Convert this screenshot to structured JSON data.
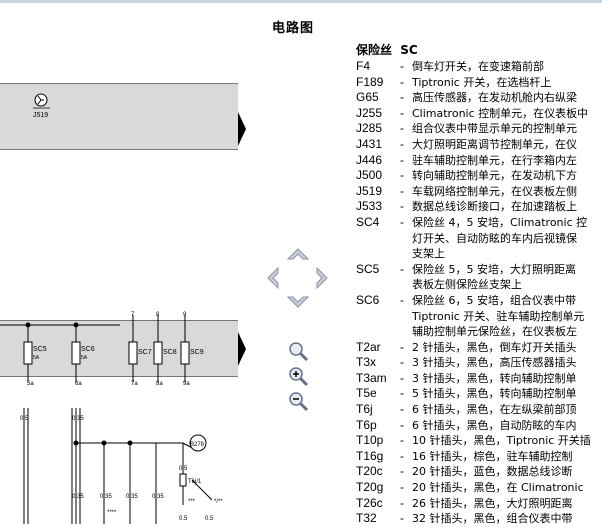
{
  "page": {
    "title": "电路图"
  },
  "diagram": {
    "relay_label": "J519",
    "fuse_labels": [
      "SC5",
      "SC6",
      "SC7",
      "SC8",
      "SC9"
    ],
    "fuse_amps": [
      "5A",
      "5A"
    ],
    "terminals_top": [
      "7",
      "8",
      "9"
    ],
    "terminals_bottom": [
      "5a",
      "6a",
      "7a",
      "8a",
      "9a"
    ],
    "wire_sizes": [
      "0.5",
      "0.35",
      "0.5",
      "0.35",
      "0.35",
      "0.35",
      "0.35",
      "0.5",
      "0.5"
    ],
    "component_label": "B278",
    "connector_label": "T6j/1",
    "marks": [
      "****",
      "***",
      "*/**"
    ]
  },
  "navigation": {
    "icons": [
      "arrow-up-icon",
      "arrow-left-icon",
      "arrow-right-icon",
      "arrow-down-icon",
      "zoom-fit-icon",
      "zoom-in-icon",
      "zoom-out-icon"
    ]
  },
  "legend": {
    "head_code": "保险丝",
    "head_desc": "SC",
    "entries": [
      {
        "code": "F4",
        "lines": [
          "倒车灯开关，在变速箱前部"
        ]
      },
      {
        "code": "F189",
        "lines": [
          "Tiptronic 开关，在选档杆上"
        ]
      },
      {
        "code": "G65",
        "lines": [
          "高压传感器，在发动机舱内右纵梁"
        ]
      },
      {
        "code": "J255",
        "lines": [
          "Climatronic 控制单元，在仪表板中"
        ]
      },
      {
        "code": "J285",
        "lines": [
          "组合仪表中带显示单元的控制单元"
        ]
      },
      {
        "code": "J431",
        "lines": [
          "大灯照明距离调节控制单元，在仪"
        ]
      },
      {
        "code": "J446",
        "lines": [
          "驻车辅助控制单元，在行李箱内左"
        ]
      },
      {
        "code": "J500",
        "lines": [
          "转向辅助控制单元，在发动机下方"
        ]
      },
      {
        "code": "J519",
        "lines": [
          "车载网络控制单元，在仪表板左侧"
        ]
      },
      {
        "code": "J533",
        "lines": [
          "数据总线诊断接口，在加速踏板上"
        ]
      },
      {
        "code": "SC4",
        "lines": [
          "保险丝 4，5 安培，Climatronic 控",
          "灯开关、自动防眩的车内后视镜保",
          "支架上"
        ]
      },
      {
        "code": "SC5",
        "lines": [
          "保险丝 5，5 安培，大灯照明距离",
          "表板左侧保险丝支架上"
        ]
      },
      {
        "code": "SC6",
        "lines": [
          "保险丝 6，5 安培，组合仪表中带",
          "Tiptronic 开关、驻车辅助控制单元",
          "辅助控制单元保险丝，在仪表板左"
        ]
      },
      {
        "code": "T2ar",
        "lines": [
          "2 针插头，黑色，倒车灯开关插头"
        ]
      },
      {
        "code": "T3x",
        "lines": [
          "3 针插头，黑色，高压传感器插头"
        ]
      },
      {
        "code": "T3am",
        "lines": [
          "3 针插头，黑色，转向辅助控制单"
        ]
      },
      {
        "code": "T5e",
        "lines": [
          "5 针插头，黑色，转向辅助控制单"
        ]
      },
      {
        "code": "T6j",
        "lines": [
          "6 针插头，黑色，在左纵梁前部顶"
        ]
      },
      {
        "code": "T6p",
        "lines": [
          "6 针插头，黑色，自动防眩的车内"
        ]
      },
      {
        "code": "T10p",
        "lines": [
          "10 针插头，黑色，Tiptronic 开关插"
        ]
      },
      {
        "code": "T16g",
        "lines": [
          "16 针插头，棕色，驻车辅助控制"
        ]
      },
      {
        "code": "T20c",
        "lines": [
          "20 针插头，蓝色，数据总线诊断"
        ]
      },
      {
        "code": "T20g",
        "lines": [
          "20 针插头，黑色，在 Climatronic"
        ]
      },
      {
        "code": "T26c",
        "lines": [
          "26 针插头，黑色，大灯照明距离"
        ]
      },
      {
        "code": "T32",
        "lines": [
          "32 针插头，黑色，组合仪表中带"
        ]
      }
    ]
  }
}
